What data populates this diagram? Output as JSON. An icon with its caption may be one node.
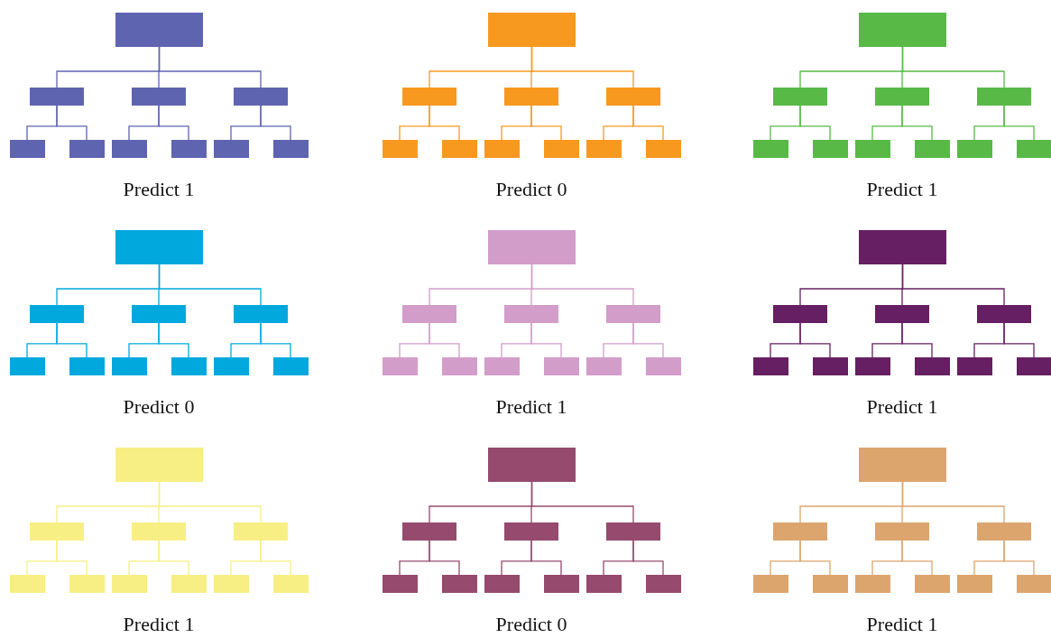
{
  "diagram": {
    "nodes": [
      {
        "text": [],
        "shape": "box"
      },
      {
        "text": [],
        "shape": "box"
      },
      {
        "text": [],
        "shape": "box"
      },
      {
        "text": [],
        "shape": "box"
      },
      {
        "text": [],
        "shape": "box"
      },
      {
        "text": [],
        "shape": "box"
      },
      {
        "text": [],
        "shape": "box"
      },
      {
        "text": [],
        "shape": "box"
      },
      {
        "text": [],
        "shape": "box"
      },
      {
        "text": [],
        "shape": "box"
      },
      {
        "text": [],
        "shape": "box"
      },
      {
        "text": [],
        "shape": "box"
      },
      {
        "text": [],
        "shape": "box"
      },
      {
        "text": [],
        "shape": "box"
      },
      {
        "text": [],
        "shape": "box"
      },
      {
        "text": [],
        "shape": "box"
      },
      {
        "text": [],
        "shape": "box"
      },
      {
        "text": [],
        "shape": "box"
      },
      {
        "text": [],
        "shape": "box"
      },
      {
        "text": [],
        "shape": "box"
      },
      {
        "text": [],
        "shape": "box"
      },
      {
        "text": [],
        "shape": "box"
      },
      {
        "text": [],
        "shape": "box"
      },
      {
        "text": [],
        "shape": "box"
      },
      {
        "text": [],
        "shape": "box"
      },
      {
        "text": [],
        "shape": "box"
      },
      {
        "text": [],
        "shape": "box"
      },
      {
        "text": [],
        "shape": "box"
      },
      {
        "text": [],
        "shape": "box"
      },
      {
        "text": [],
        "shape": "box"
      },
      {
        "text": [],
        "shape": "box"
      },
      {
        "text": [],
        "shape": "box"
      },
      {
        "text": [],
        "shape": "box"
      },
      {
        "text": [],
        "shape": "box"
      },
      {
        "text": [],
        "shape": "box"
      },
      {
        "text": [],
        "shape": "box"
      },
      {
        "text": [],
        "shape": "box"
      },
      {
        "text": [],
        "shape": "box"
      },
      {
        "text": [],
        "shape": "box"
      },
      {
        "text": [],
        "shape": "box"
      },
      {
        "text": [],
        "shape": "box"
      },
      {
        "text": [],
        "shape": "box"
      },
      {
        "text": [],
        "shape": "box"
      },
      {
        "text": [],
        "shape": "box"
      },
      {
        "text": [],
        "shape": "box"
      },
      {
        "text": [],
        "shape": "box"
      },
      {
        "text": [],
        "shape": "box"
      },
      {
        "text": [],
        "shape": "box"
      },
      {
        "text": [],
        "shape": "box"
      },
      {
        "text": [],
        "shape": "box"
      },
      {
        "text": [],
        "shape": "box"
      },
      {
        "text": [],
        "shape": "box"
      },
      {
        "text": [],
        "shape": "box"
      },
      {
        "text": [],
        "shape": "box"
      },
      {
        "text": [],
        "shape": "box"
      },
      {
        "text": [],
        "shape": "box"
      },
      {
        "text": [],
        "shape": "box"
      },
      {
        "text": [],
        "shape": "box"
      },
      {
        "text": [],
        "shape": "box"
      },
      {
        "text": [],
        "shape": "box"
      },
      {
        "text": [],
        "shape": "box"
      },
      {
        "text": [],
        "shape": "box"
      },
      {
        "text": [],
        "shape": "box"
      },
      {
        "text": [],
        "shape": "box"
      },
      {
        "text": [],
        "shape": "box"
      },
      {
        "text": [],
        "shape": "box"
      },
      {
        "text": [],
        "shape": "box"
      },
      {
        "text": [],
        "shape": "box"
      },
      {
        "text": [],
        "shape": "box"
      },
      {
        "text": [],
        "shape": "box"
      },
      {
        "text": [],
        "shape": "box"
      },
      {
        "text": [],
        "shape": "box"
      },
      {
        "text": [],
        "shape": "box"
      },
      {
        "text": [],
        "shape": "box"
      },
      {
        "text": [],
        "shape": "box"
      },
      {
        "text": [],
        "shape": "box"
      },
      {
        "text": [],
        "shape": "box"
      },
      {
        "text": [],
        "shape": "box"
      },
      {
        "text": [],
        "shape": "box"
      },
      {
        "text": [],
        "shape": "box"
      },
      {
        "text": [],
        "shape": "box"
      },
      {
        "text": [],
        "shape": "box"
      },
      {
        "text": [],
        "shape": "box"
      },
      {
        "text": [],
        "shape": "box"
      },
      {
        "text": [],
        "shape": "box"
      },
      {
        "text": [],
        "shape": "box"
      },
      {
        "text": [],
        "shape": "box"
      },
      {
        "text": [],
        "shape": "box"
      },
      {
        "text": [],
        "shape": "box"
      },
      {
        "text": [],
        "shape": "box"
      }
    ],
    "edges": [
      {
        "from": 0,
        "to": 1,
        "arrow": "none",
        "color": "#5f64b0"
      },
      {
        "from": 0,
        "to": 2,
        "arrow": "none",
        "color": "#5f64b0"
      },
      {
        "from": 0,
        "to": 3,
        "arrow": "none",
        "color": "#5f64b0"
      },
      {
        "from": 1,
        "to": 4,
        "arrow": "none",
        "color": "#5f64b0"
      },
      {
        "from": 1,
        "to": 5,
        "arrow": "none",
        "color": "#5f64b0"
      },
      {
        "from": 2,
        "to": 6,
        "arrow": "none",
        "color": "#5f64b0"
      },
      {
        "from": 2,
        "to": 7,
        "arrow": "none",
        "color": "#5f64b0"
      },
      {
        "from": 3,
        "to": 8,
        "arrow": "none",
        "color": "#5f64b0"
      },
      {
        "from": 3,
        "to": 9,
        "arrow": "none",
        "color": "#5f64b0"
      },
      {
        "from": 10,
        "to": 11,
        "arrow": "none",
        "color": "#f7991f"
      },
      {
        "from": 10,
        "to": 12,
        "arrow": "none",
        "color": "#f7991f"
      },
      {
        "from": 10,
        "to": 13,
        "arrow": "none",
        "color": "#f7991f"
      },
      {
        "from": 11,
        "to": 14,
        "arrow": "none",
        "color": "#f7991f"
      },
      {
        "from": 11,
        "to": 15,
        "arrow": "none",
        "color": "#f7991f"
      },
      {
        "from": 12,
        "to": 16,
        "arrow": "none",
        "color": "#f7991f"
      },
      {
        "from": 12,
        "to": 17,
        "arrow": "none",
        "color": "#f7991f"
      },
      {
        "from": 13,
        "to": 18,
        "arrow": "none",
        "color": "#f7991f"
      },
      {
        "from": 13,
        "to": 19,
        "arrow": "none",
        "color": "#f7991f"
      },
      {
        "from": 20,
        "to": 21,
        "arrow": "none",
        "color": "#58b947"
      },
      {
        "from": 20,
        "to": 22,
        "arrow": "none",
        "color": "#58b947"
      },
      {
        "from": 20,
        "to": 23,
        "arrow": "none",
        "color": "#58b947"
      },
      {
        "from": 21,
        "to": 24,
        "arrow": "none",
        "color": "#58b947"
      },
      {
        "from": 21,
        "to": 25,
        "arrow": "none",
        "color": "#58b947"
      },
      {
        "from": 22,
        "to": 26,
        "arrow": "none",
        "color": "#58b947"
      },
      {
        "from": 22,
        "to": 27,
        "arrow": "none",
        "color": "#58b947"
      },
      {
        "from": 23,
        "to": 28,
        "arrow": "none",
        "color": "#58b947"
      },
      {
        "from": 23,
        "to": 29,
        "arrow": "none",
        "color": "#58b947"
      },
      {
        "from": 30,
        "to": 31,
        "arrow": "none",
        "color": "#00a8de"
      },
      {
        "from": 30,
        "to": 32,
        "arrow": "none",
        "color": "#00a8de"
      },
      {
        "from": 30,
        "to": 33,
        "arrow": "none",
        "color": "#00a8de"
      },
      {
        "from": 31,
        "to": 34,
        "arrow": "none",
        "color": "#00a8de"
      },
      {
        "from": 31,
        "to": 35,
        "arrow": "none",
        "color": "#00a8de"
      },
      {
        "from": 32,
        "to": 36,
        "arrow": "none",
        "color": "#00a8de"
      },
      {
        "from": 32,
        "to": 37,
        "arrow": "none",
        "color": "#00a8de"
      },
      {
        "from": 33,
        "to": 38,
        "arrow": "none",
        "color": "#00a8de"
      },
      {
        "from": 33,
        "to": 39,
        "arrow": "none",
        "color": "#00a8de"
      },
      {
        "from": 40,
        "to": 41,
        "arrow": "none",
        "color": "#d29dc9"
      },
      {
        "from": 40,
        "to": 42,
        "arrow": "none",
        "color": "#d29dc9"
      },
      {
        "from": 40,
        "to": 43,
        "arrow": "none",
        "color": "#d29dc9"
      },
      {
        "from": 41,
        "to": 44,
        "arrow": "none",
        "color": "#d29dc9"
      },
      {
        "from": 41,
        "to": 45,
        "arrow": "none",
        "color": "#d29dc9"
      },
      {
        "from": 42,
        "to": 46,
        "arrow": "none",
        "color": "#d29dc9"
      },
      {
        "from": 42,
        "to": 47,
        "arrow": "none",
        "color": "#d29dc9"
      },
      {
        "from": 43,
        "to": 48,
        "arrow": "none",
        "color": "#d29dc9"
      },
      {
        "from": 43,
        "to": 49,
        "arrow": "none",
        "color": "#d29dc9"
      },
      {
        "from": 50,
        "to": 51,
        "arrow": "none",
        "color": "#651f62"
      },
      {
        "from": 50,
        "to": 52,
        "arrow": "none",
        "color": "#651f62"
      },
      {
        "from": 50,
        "to": 53,
        "arrow": "none",
        "color": "#651f62"
      },
      {
        "from": 51,
        "to": 54,
        "arrow": "none",
        "color": "#651f62"
      },
      {
        "from": 51,
        "to": 55,
        "arrow": "none",
        "color": "#651f62"
      },
      {
        "from": 52,
        "to": 56,
        "arrow": "none",
        "color": "#651f62"
      },
      {
        "from": 52,
        "to": 57,
        "arrow": "none",
        "color": "#651f62"
      },
      {
        "from": 53,
        "to": 58,
        "arrow": "none",
        "color": "#651f62"
      },
      {
        "from": 53,
        "to": 59,
        "arrow": "none",
        "color": "#651f62"
      },
      {
        "from": 60,
        "to": 61,
        "arrow": "none",
        "color": "#f7ef84"
      },
      {
        "from": 60,
        "to": 62,
        "arrow": "none",
        "color": "#f7ef84"
      },
      {
        "from": 60,
        "to": 63,
        "arrow": "none",
        "color": "#f7ef84"
      },
      {
        "from": 61,
        "to": 64,
        "arrow": "none",
        "color": "#f7ef84"
      },
      {
        "from": 61,
        "to": 65,
        "arrow": "none",
        "color": "#f7ef84"
      },
      {
        "from": 62,
        "to": 66,
        "arrow": "none",
        "color": "#f7ef84"
      },
      {
        "from": 62,
        "to": 67,
        "arrow": "none",
        "color": "#f7ef84"
      },
      {
        "from": 63,
        "to": 68,
        "arrow": "none",
        "color": "#f7ef84"
      },
      {
        "from": 63,
        "to": 69,
        "arrow": "none",
        "color": "#f7ef84"
      },
      {
        "from": 70,
        "to": 71,
        "arrow": "none",
        "color": "#954a6e"
      },
      {
        "from": 70,
        "to": 72,
        "arrow": "none",
        "color": "#954a6e"
      },
      {
        "from": 70,
        "to": 73,
        "arrow": "none",
        "color": "#954a6e"
      },
      {
        "from": 71,
        "to": 74,
        "arrow": "none",
        "color": "#954a6e"
      },
      {
        "from": 71,
        "to": 75,
        "arrow": "none",
        "color": "#954a6e"
      },
      {
        "from": 72,
        "to": 76,
        "arrow": "none",
        "color": "#954a6e"
      },
      {
        "from": 72,
        "to": 77,
        "arrow": "none",
        "color": "#954a6e"
      },
      {
        "from": 73,
        "to": 78,
        "arrow": "none",
        "color": "#954a6e"
      },
      {
        "from": 73,
        "to": 79,
        "arrow": "none",
        "color": "#954a6e"
      },
      {
        "from": 80,
        "to": 81,
        "arrow": "none",
        "color": "#dca56e"
      },
      {
        "from": 80,
        "to": 82,
        "arrow": "none",
        "color": "#dca56e"
      },
      {
        "from": 80,
        "to": 83,
        "arrow": "none",
        "color": "#dca56e"
      },
      {
        "from": 81,
        "to": 84,
        "arrow": "none",
        "color": "#dca56e"
      },
      {
        "from": 81,
        "to": 85,
        "arrow": "none",
        "color": "#dca56e"
      },
      {
        "from": 82,
        "to": 86,
        "arrow": "none",
        "color": "#dca56e"
      },
      {
        "from": 82,
        "to": 87,
        "arrow": "none",
        "color": "#dca56e"
      },
      {
        "from": 83,
        "to": 88,
        "arrow": "none",
        "color": "#dca56e"
      },
      {
        "from": 83,
        "to": 89,
        "arrow": "none",
        "color": "#dca56e"
      }
    ],
    "labels": [
      "Predict 1",
      "Predict 0",
      "Predict 1",
      "Predict 0",
      "Predict 1",
      "Predict 1",
      "Predict 1",
      "Predict 0",
      "Predict 1"
    ]
  }
}
